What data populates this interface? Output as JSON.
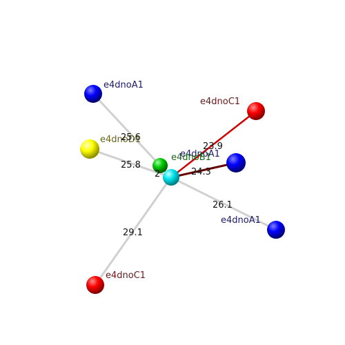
{
  "colors": {
    "center": "#00e5ee",
    "a1": "#0000ff",
    "b1": "#00cc00",
    "c1": "#ff0000",
    "d1": "#ffff00",
    "bond_gray": "#c8c8c8",
    "bond_red": "#cc0000",
    "bond_darkred": "#660000",
    "label_a1": "#1a1a66",
    "label_b1": "#1a661a",
    "label_c1": "#661a1a",
    "label_d1": "#66661a"
  },
  "atoms": [
    {
      "id": "center",
      "label": ""
    },
    {
      "id": "a1-top",
      "label": "e4dnoA1"
    },
    {
      "id": "c1-top",
      "label": "e4dnoC1"
    },
    {
      "id": "d1",
      "label": "e4dnoD1"
    },
    {
      "id": "b1",
      "label": "e4dnoB1"
    },
    {
      "id": "a1-mid",
      "label": "e4dnoA1"
    },
    {
      "id": "a1-right",
      "label": "e4dnoA1"
    },
    {
      "id": "c1-bottom",
      "label": "e4dnoC1"
    }
  ],
  "distances": [
    {
      "from": "center",
      "to": "a1-top",
      "value": "25.6"
    },
    {
      "from": "center",
      "to": "c1-top",
      "value": "23.9"
    },
    {
      "from": "center",
      "to": "d1",
      "value": "25.8"
    },
    {
      "from": "center",
      "to": "a1-mid",
      "value": "24.3"
    },
    {
      "from": "center",
      "to": "a1-right",
      "value": "26.1"
    },
    {
      "from": "center",
      "to": "c1-bottom",
      "value": "29.1"
    },
    {
      "from": "center",
      "to": "b1",
      "value": "2"
    }
  ]
}
